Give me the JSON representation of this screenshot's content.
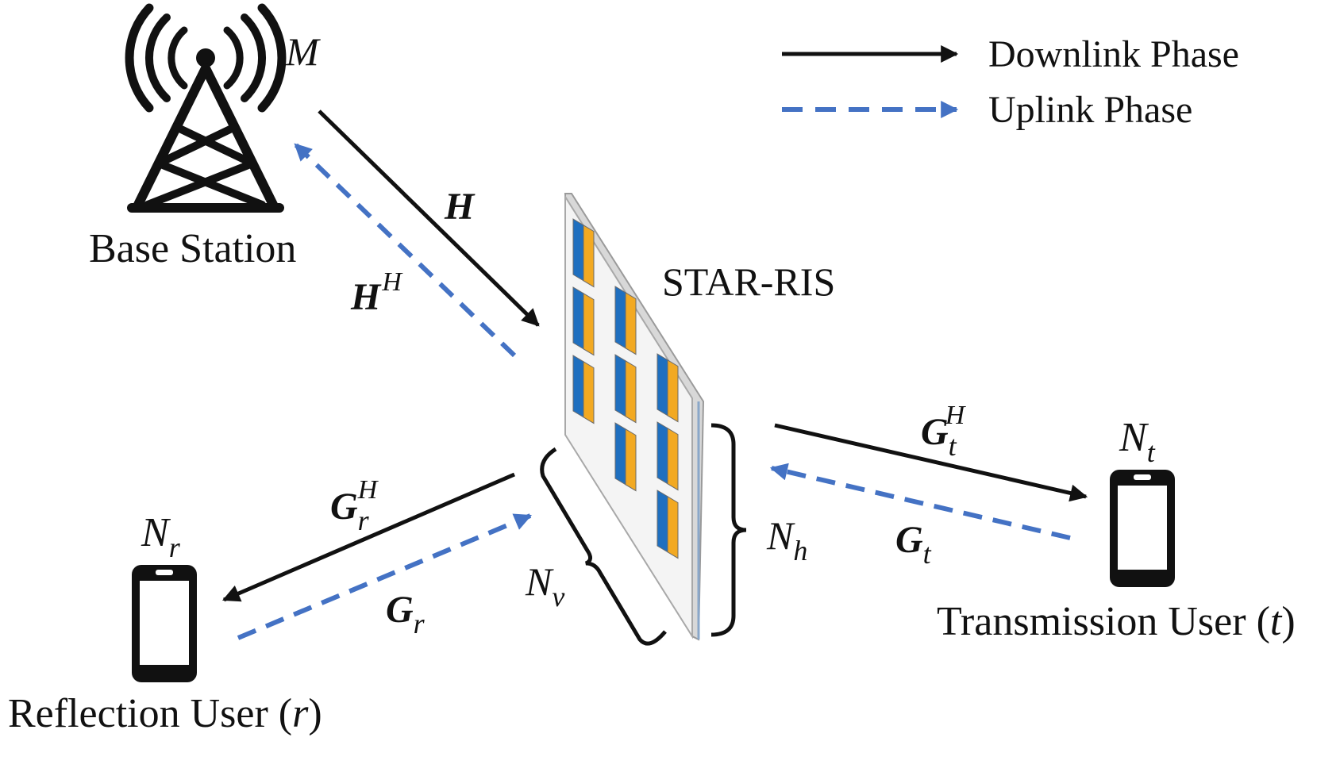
{
  "colors": {
    "downlink": "#111111",
    "uplink": "#4472c4",
    "ris_blue": "#1f6fbf",
    "ris_orange": "#f2a922",
    "ris_panel": "#f2f2f2"
  },
  "legend": {
    "downlink_label": "Downlink Phase",
    "uplink_label": "Uplink Phase"
  },
  "nodes": {
    "base_station": {
      "label": "Base Station",
      "antenna_symbol": "M",
      "icon": "antenna-tower-icon"
    },
    "ris": {
      "label": "STAR-RIS",
      "horizontal_symbol": "N",
      "horizontal_sub": "h",
      "vertical_symbol": "N",
      "vertical_sub": "v"
    },
    "reflection_user": {
      "label": "Reflection User (",
      "label_var": "r",
      "label_end": ")",
      "antenna_symbol": "N",
      "antenna_sub": "r",
      "icon": "smartphone-icon"
    },
    "transmission_user": {
      "label": "Transmission User (",
      "label_var": "t",
      "label_end": ")",
      "antenna_symbol": "N",
      "antenna_sub": "t",
      "icon": "smartphone-icon"
    }
  },
  "channels": {
    "bs_ris_down": {
      "symbol": "H"
    },
    "bs_ris_up": {
      "symbol": "H",
      "sup": "H"
    },
    "ris_t_down": {
      "symbol": "G",
      "sub": "t",
      "sup": "H"
    },
    "ris_t_up": {
      "symbol": "G",
      "sub": "t"
    },
    "ris_r_down": {
      "symbol": "G",
      "sub": "r",
      "sup": "H"
    },
    "ris_r_up": {
      "symbol": "G",
      "sub": "r"
    }
  }
}
